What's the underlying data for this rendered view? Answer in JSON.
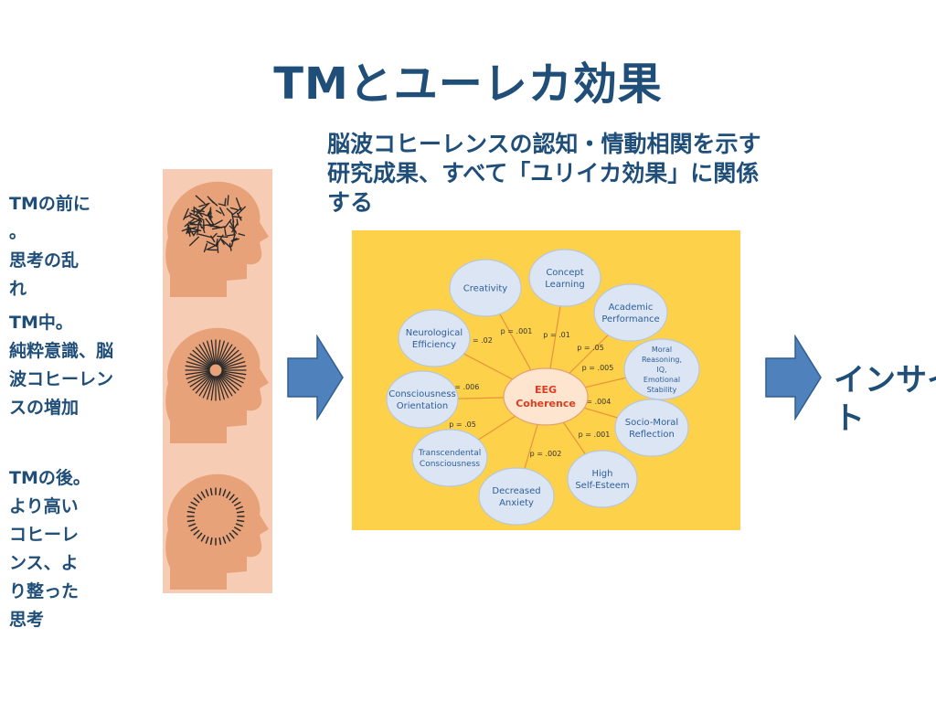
{
  "title": "TMとユーレカ効果",
  "subtitle_lines": [
    "脳波コヒーレンスの認知・情動相関を示す",
    "研究成果、すべて「ユリイカ効果」に関係",
    "する"
  ],
  "left_blocks": {
    "before": [
      "TMの前に",
      "。",
      "思考の乱",
      "れ"
    ],
    "during": [
      "TM中。",
      "純粋意識、脳",
      "波コヒーレン",
      "スの増加"
    ],
    "after": [
      "TMの後。",
      "より高い",
      "コヒーレ",
      "ンス、よ",
      "り整った",
      "思考"
    ]
  },
  "diagram": {
    "center": [
      "EEG",
      "Coherence"
    ],
    "nodes": [
      {
        "lines": [
          "Creativity"
        ],
        "p": "p = .001"
      },
      {
        "lines": [
          "Concept",
          "Learning"
        ],
        "p": "p = .01"
      },
      {
        "lines": [
          "Academic",
          "Performance"
        ],
        "p": "p = .05"
      },
      {
        "lines": [
          "Moral",
          "Reasoning,",
          "IQ,",
          "Emotional",
          "Stability"
        ],
        "p": "p = .005"
      },
      {
        "lines": [
          "Socio-Moral",
          "Reflection"
        ],
        "p": "p = .004"
      },
      {
        "lines": [
          "High",
          "Self-Esteem"
        ],
        "p": "p = .001"
      },
      {
        "lines": [
          "Decreased",
          "Anxiety"
        ],
        "p": "p = .002"
      },
      {
        "lines": [
          "Transcendental",
          "Consciousness"
        ],
        "p": "p = .05"
      },
      {
        "lines": [
          "Consciousness",
          "Orientation"
        ],
        "p": "p = .006"
      },
      {
        "lines": [
          "Neurological",
          "Efficiency"
        ],
        "p": "p = .02"
      }
    ]
  },
  "insight_lines": [
    "インサイ",
    "ト"
  ],
  "colors": {
    "title": "#1f4e79",
    "diagram_bg": "#fdd14a",
    "bubble_fill": "#dbe5f3",
    "center_fill": "#fde5cf",
    "center_text": "#e03b1f",
    "spoke": "#e8923b",
    "arrow_fill": "#4f81bd",
    "head_panel": "#f6cdb4",
    "head_fill": "#e7a27a"
  },
  "icons": [
    "messy-thoughts-head-icon",
    "radiant-coherence-head-icon",
    "ordered-thoughts-head-icon",
    "right-arrow-icon"
  ]
}
